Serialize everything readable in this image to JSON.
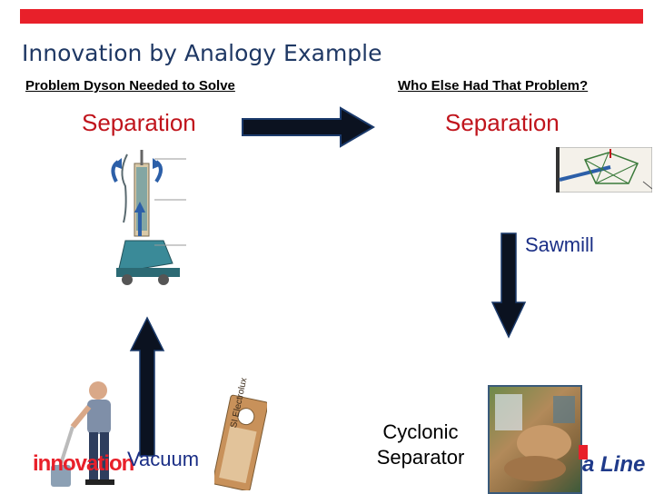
{
  "slide": {
    "title": "Innovation by Analogy Example",
    "left_heading": "Problem Dyson Needed to Solve",
    "right_heading": "Who Else Had That Problem?",
    "left_separation": "Separation",
    "right_separation": "Separation",
    "sawmill": "Sawmill",
    "vacuum": "Vacuum",
    "cyclonic_line1": "Cyclonic",
    "cyclonic_line2": "Separator",
    "logo_left_text": "innovation",
    "logo_right_text": "a Line",
    "bag_text": "SI Electrolux",
    "colors": {
      "accent_bar": "#e8202a",
      "title": "#1f3864",
      "separation": "#c0141c",
      "sawmill_label": "#1b2f86",
      "arrow_fill": "#0b1220"
    }
  }
}
